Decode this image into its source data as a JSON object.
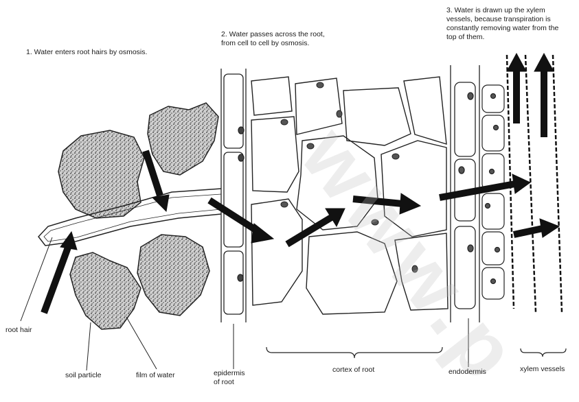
{
  "labels": {
    "step1": "1.  Water enters root hairs by osmosis.",
    "step2": "2.  Water passes across the root,\nfrom cell to cell by osmosis.",
    "step3": "3.  Water is drawn up the xylem\nvessels, because transpiration is\nconstantly removing water from the\ntop of them.",
    "root_hair": "root hair",
    "soil_particle": "soil particle",
    "film_of_water": "film of water",
    "epidermis": "epidermis\nof root",
    "cortex": "cortex of root",
    "endodermis": "endodermis",
    "xylem": "xylem vessels"
  },
  "watermark": "www.p",
  "colors": {
    "ink": "#1a1a1a",
    "arrow": "#111111",
    "soil": "#5a5a5a",
    "watermark": "#bebebe"
  }
}
